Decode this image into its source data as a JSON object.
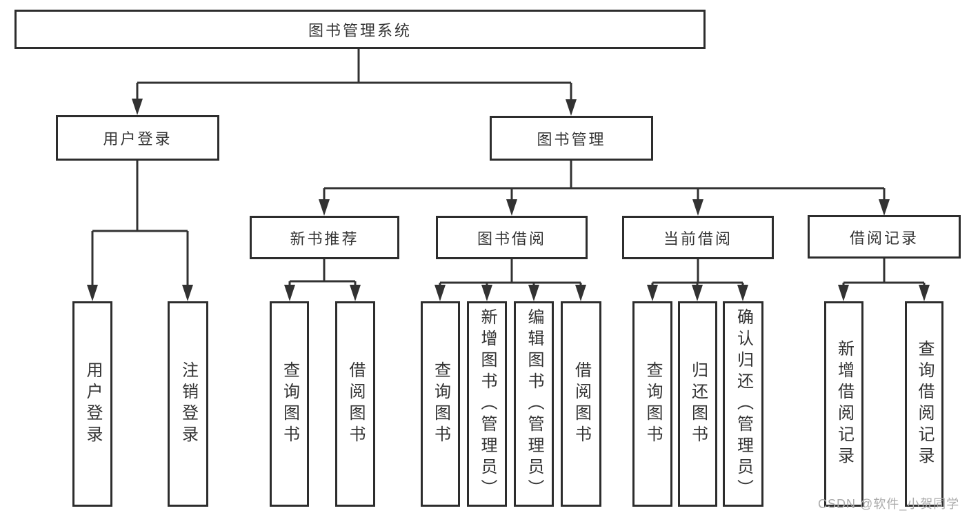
{
  "diagram": {
    "title": "图书管理系统",
    "level2": {
      "user_login": "用户登录",
      "book_management": "图书管理"
    },
    "level3": {
      "new_book_recommend": "新书推荐",
      "book_borrowing": "图书借阅",
      "current_borrowing": "当前借阅",
      "borrowing_records": "借阅记录"
    },
    "leaves": {
      "login": [
        "用户登录",
        "注销登录"
      ],
      "new_book_recommend": [
        "查询图书",
        "借阅图书"
      ],
      "book_borrowing": [
        "查询图书",
        "新增图书（管理员）",
        "编辑图书（管理员）",
        "借阅图书"
      ],
      "current_borrowing": [
        "查询图书",
        "归还图书",
        "确认归还（管理员）"
      ],
      "borrowing_records": [
        "新增借阅记录",
        "查询借阅记录"
      ]
    }
  },
  "watermark": {
    "text": "CSDN @软件_小贺同学"
  },
  "colors": {
    "line": "#323232",
    "border": "#2d2d2d",
    "text": "#333333",
    "watermark": "#ababab",
    "background": "#ffffff"
  }
}
